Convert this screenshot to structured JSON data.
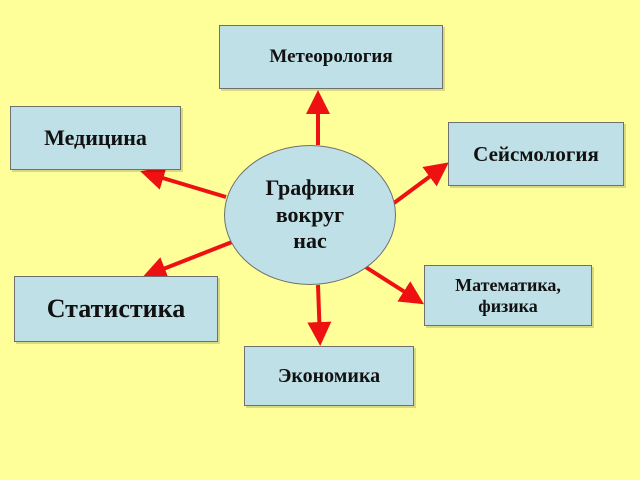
{
  "diagram": {
    "center": "Графики\nвокруг\nнас",
    "topics": {
      "meteorology": "Метеорология",
      "medicine": "Медицина",
      "seismology": "Сейсмология",
      "statistics": "Статистика",
      "math_physics": "Математика,\nфизика",
      "economics": "Экономика"
    }
  },
  "colors": {
    "background": "#ffff99",
    "box_fill": "#bfe0e6",
    "arrow": "#ee1111",
    "border": "#6f6f6f"
  }
}
